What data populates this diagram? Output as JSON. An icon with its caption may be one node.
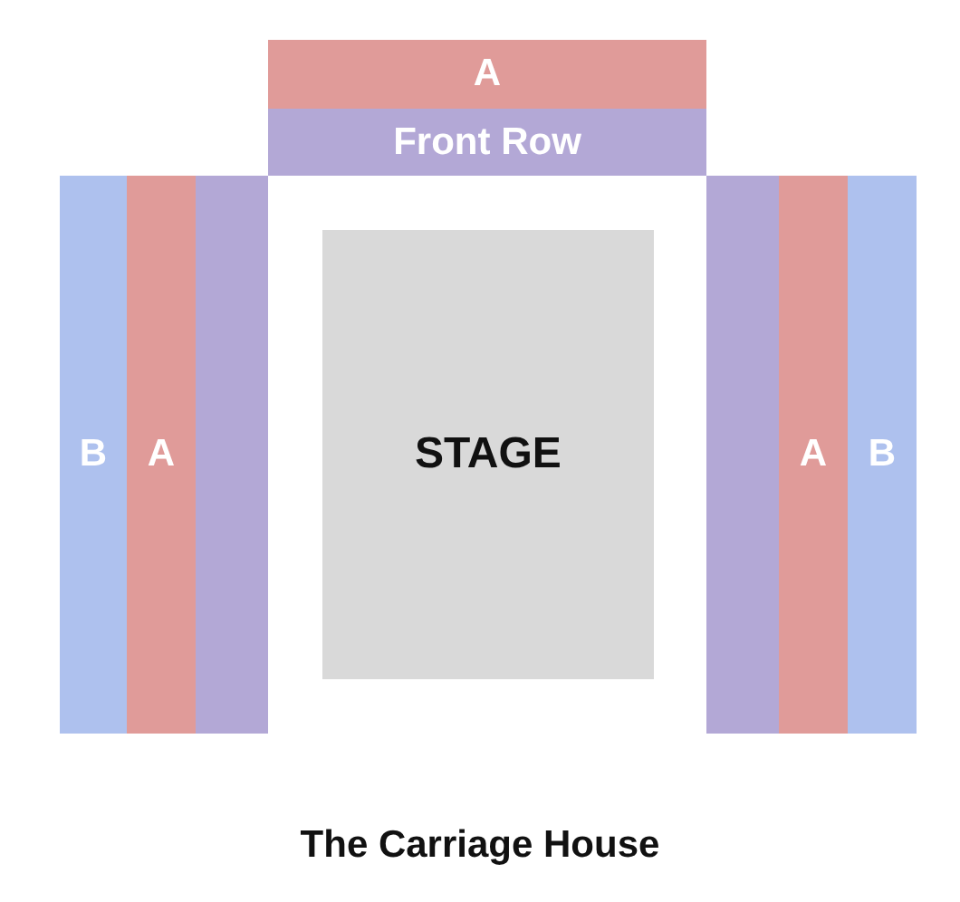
{
  "diagram": {
    "title": "The Carriage House",
    "nodes": [
      {
        "text": [
          "A"
        ]
      },
      {
        "text": [
          "Front Row"
        ]
      },
      {
        "text": [
          "B"
        ]
      },
      {
        "text": [
          "A"
        ]
      },
      {
        "text": [],
        "shape": "bar"
      },
      {
        "text": [
          "STAGE"
        ]
      },
      {
        "text": [],
        "shape": "bar"
      },
      {
        "text": [
          "A"
        ]
      },
      {
        "text": [
          "B"
        ]
      }
    ]
  }
}
